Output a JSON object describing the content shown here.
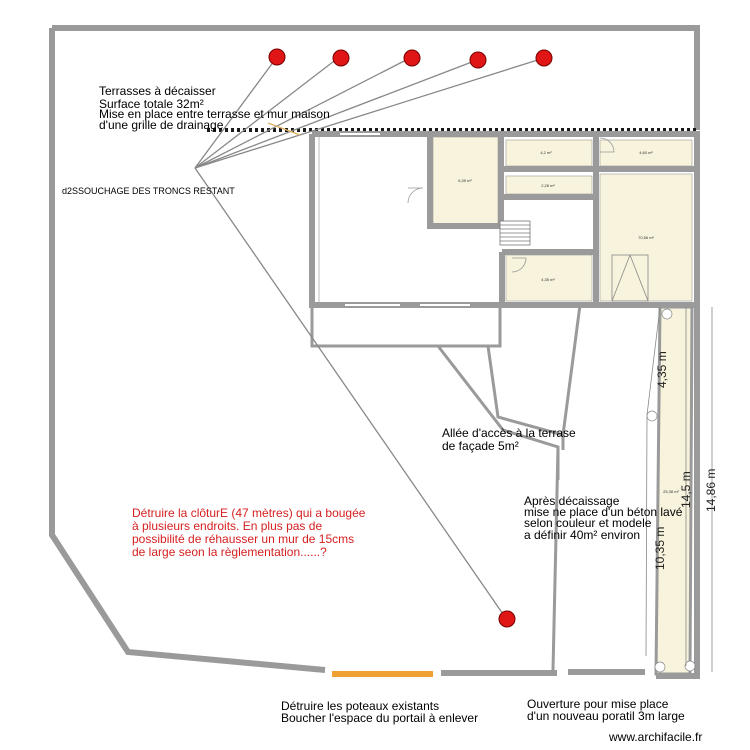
{
  "notes": {
    "terrasse": [
      "Terrasses à décaisser",
      "Surface totale 32m²",
      "Mise en place entre terrasse et mur maison",
      "d'une grille de drainage"
    ],
    "dessouchage": "d2SSOUCHAGE DES TRONCS RESTANT",
    "allee": [
      "Allée d'accès à la terrase",
      "de façade 5m²"
    ],
    "beton": [
      "Après décaissage",
      "mise ne place d'un béton lavé",
      "selon couleur et modele",
      "a définir 40m² environ"
    ],
    "cloture": [
      "Détruire la clôturE (47 mètres) qui a bougée",
      "à plusieurs endroits. En plus pas de",
      "possibilité de réhausser un mur de 15cms",
      "de large seon la règlementation......?"
    ],
    "poteaux": [
      "Détruire les poteaux existants",
      "Boucher l'espace du portail à enlever"
    ],
    "portail": [
      "Ouverture pour mise place",
      "d'un nouveau poratil 3m large"
    ]
  },
  "rooms": {
    "r1": "6,39 m²",
    "r2": "4,2 m²",
    "r3": "4,60 m²",
    "r4": "2,28 m²",
    "r5": "70,56 m²",
    "r6": "4,35 m²",
    "r7": "25,38 m²"
  },
  "dimensions": {
    "d1": "4,35 m",
    "d2": "14,5 m",
    "d3": "10,35 m",
    "d4": "14,86 m"
  },
  "watermark": "www.archifacile.fr",
  "colors": {
    "marker": "#e01515",
    "wall": "#9a9a9a",
    "room_fill": "#f7f3dc",
    "gate": "#f0a030",
    "note_red": "#d62020"
  }
}
